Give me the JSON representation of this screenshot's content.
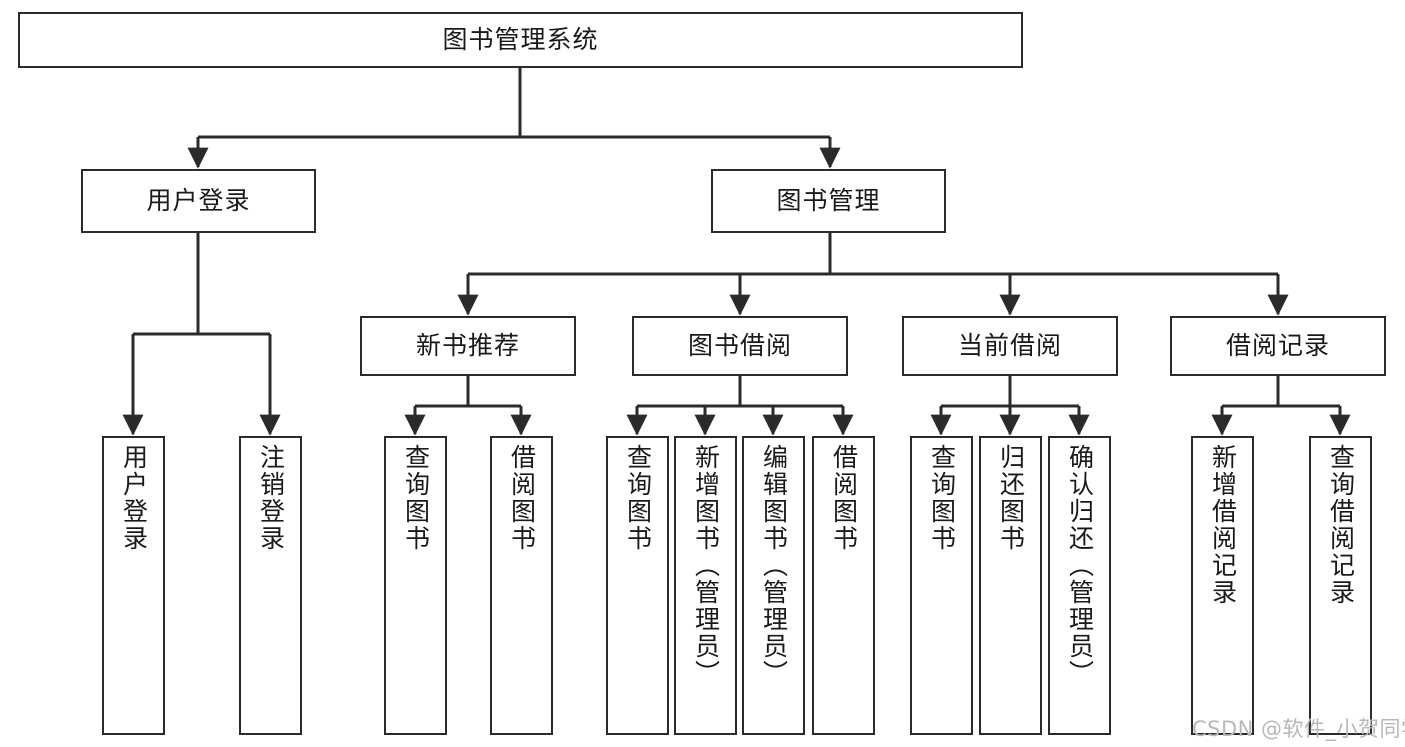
{
  "diagram": {
    "type": "tree-hierarchy-chart",
    "orientation": "top-down",
    "style": {
      "box_stroke": "#2b2b2b",
      "box_fill": "#ffffff",
      "edge_color": "#2b2b2b",
      "text_color": "#1a1a1a",
      "background": "#ffffff"
    },
    "root": {
      "id": "root",
      "label": "图书管理系统"
    },
    "level2": [
      {
        "id": "user-login",
        "label": "用户登录"
      },
      {
        "id": "book-management",
        "label": "图书管理"
      }
    ],
    "level3": [
      {
        "id": "new-book-recommend",
        "label": "新书推荐",
        "parent": "book-management"
      },
      {
        "id": "book-borrow",
        "label": "图书借阅",
        "parent": "book-management"
      },
      {
        "id": "current-borrow",
        "label": "当前借阅",
        "parent": "book-management"
      },
      {
        "id": "borrow-record",
        "label": "借阅记录",
        "parent": "book-management"
      }
    ],
    "leaves": [
      {
        "id": "leaf-user-login",
        "label": "用户登录",
        "parent": "user-login"
      },
      {
        "id": "leaf-logout-login",
        "label": "注销登录",
        "parent": "user-login"
      },
      {
        "id": "leaf-query-book-1",
        "label": "查询图书",
        "parent": "new-book-recommend"
      },
      {
        "id": "leaf-borrow-book-1",
        "label": "借阅图书",
        "parent": "new-book-recommend"
      },
      {
        "id": "leaf-query-book-2",
        "label": "查询图书",
        "parent": "book-borrow"
      },
      {
        "id": "leaf-add-book",
        "label": "新增图书（管理员）",
        "parent": "book-borrow"
      },
      {
        "id": "leaf-edit-book",
        "label": "编辑图书（管理员）",
        "parent": "book-borrow"
      },
      {
        "id": "leaf-borrow-book-2",
        "label": "借阅图书",
        "parent": "book-borrow"
      },
      {
        "id": "leaf-query-book-3",
        "label": "查询图书",
        "parent": "current-borrow"
      },
      {
        "id": "leaf-return-book",
        "label": "归还图书",
        "parent": "current-borrow"
      },
      {
        "id": "leaf-confirm-return",
        "label": "确认归还（管理员）",
        "parent": "current-borrow"
      },
      {
        "id": "leaf-add-record",
        "label": "新增借阅记录",
        "parent": "borrow-record"
      },
      {
        "id": "leaf-query-record",
        "label": "查询借阅记录",
        "parent": "borrow-record"
      }
    ]
  },
  "watermark": {
    "text": "CSDN @软件_小贺同学"
  }
}
